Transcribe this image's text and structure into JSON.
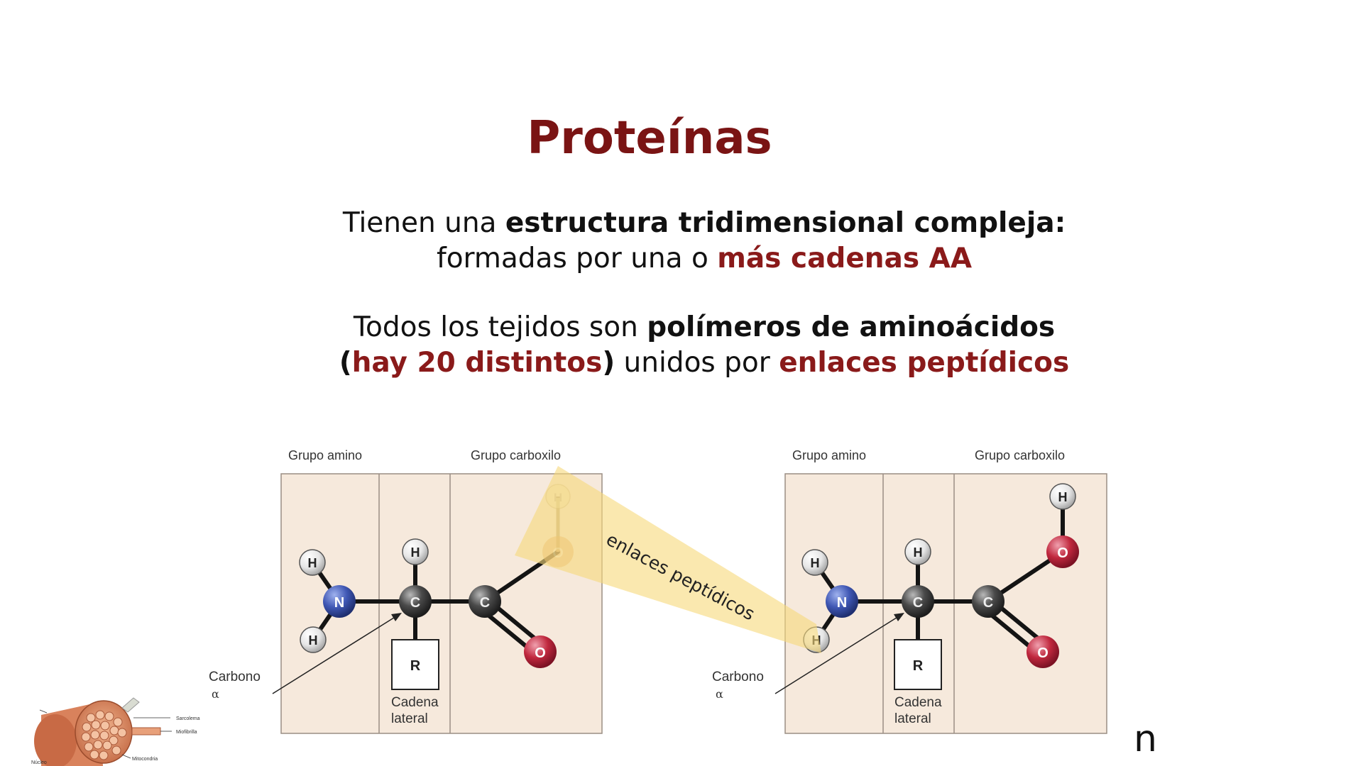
{
  "slide": {
    "title": "Proteínas",
    "para1": {
      "line1_a": "Tienen una ",
      "line1_b": "estructura tridimensional compleja",
      "line1_c": ":",
      "line2_a": "formadas por una o ",
      "line2_b": "más cadenas AA"
    },
    "para2": {
      "line1_a": "Todos los tejidos son ",
      "line1_b": "polímeros de aminoácidos",
      "line2_a": "(",
      "line2_b": "hay 20 distintos",
      "line2_c": ")",
      "line2_d": " unidos por ",
      "line2_e": "enlaces peptídicos"
    },
    "trailing_char": "n"
  },
  "diagram": {
    "left": {
      "group_amino": "Grupo amino",
      "group_carboxyl": "Grupo carboxilo",
      "carbon_label": "Carbono",
      "alpha": "α",
      "r_label": "R",
      "side_chain_1": "Cadena",
      "side_chain_2": "lateral",
      "atoms": {
        "h": "H",
        "n": "N",
        "c": "C",
        "o": "O"
      }
    },
    "right": {
      "group_amino": "Grupo amino",
      "group_carboxyl": "Grupo carboxilo",
      "carbon_label": "Carbono",
      "alpha": "α",
      "r_label": "R",
      "side_chain_1": "Cadena",
      "side_chain_2": "lateral",
      "atoms": {
        "h": "H",
        "n": "N",
        "c": "C",
        "o": "O"
      }
    },
    "bond_label": "enlaces peptídicos",
    "muscle_labels": {
      "sarcolema": "Sarcolema",
      "miofibrilla": "Miofibrilla",
      "mitocondria": "Mitocondria",
      "nucleo": "Núcleo"
    },
    "colors": {
      "panel_bg": "#f6e9dc",
      "panel_border": "#9a8e84",
      "highlight": "#f6dd8a",
      "nitrogen": "#3f57b4",
      "oxygen": "#c0283e",
      "carbon": "#4a4a4a",
      "hydrogen": "#ededed",
      "accent_red": "#7a1414"
    }
  }
}
